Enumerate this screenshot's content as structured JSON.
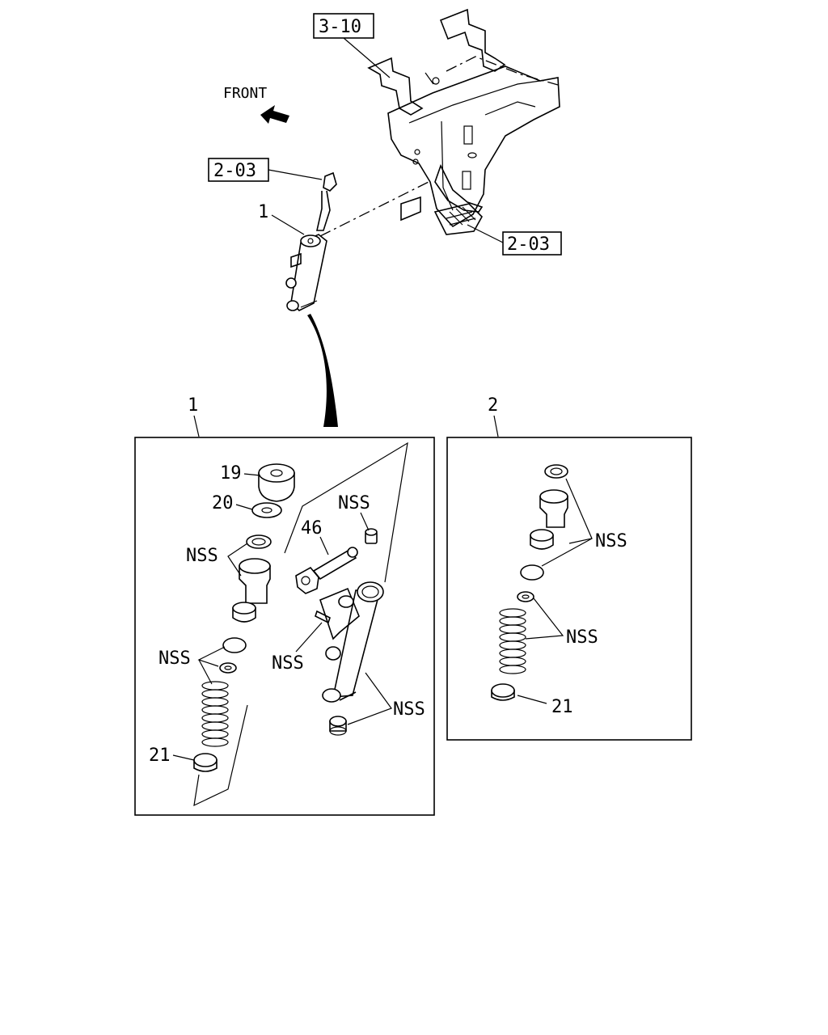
{
  "direction": {
    "label": "FRONT"
  },
  "refs": {
    "bracket": "3-10",
    "hose": "2-03",
    "pedal": "2-03"
  },
  "overview": {
    "item": "1"
  },
  "panels": {
    "left_number": "1",
    "right_number": "2"
  },
  "callouts": {
    "p19": "19",
    "p20": "20",
    "p46": "46",
    "p21_left": "21",
    "p21_right": "21",
    "nss": "NSS"
  }
}
